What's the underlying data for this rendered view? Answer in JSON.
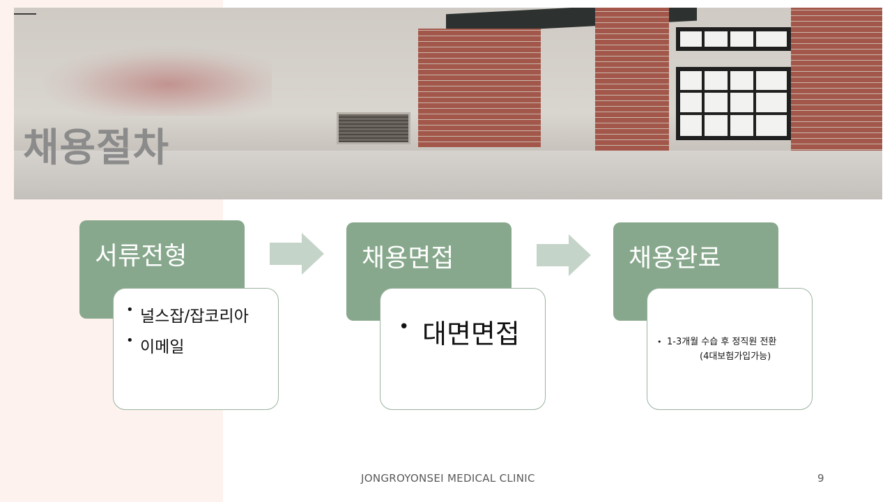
{
  "slide": {
    "title": "채용절차",
    "footer": "JONGROYONSEI MEDICAL CLINIC",
    "page_number": "9"
  },
  "steps": [
    {
      "header": "서류전형",
      "items": [
        "널스잡/잡코리아",
        "이메일"
      ]
    },
    {
      "header": "채용면접",
      "items": [
        "대면면접"
      ]
    },
    {
      "header": "채용완료",
      "items": [
        "1-3개월 수습 후 정직원 전환",
        "(4대보험가입가능)"
      ]
    }
  ],
  "colors": {
    "header_green": "#87a88c",
    "arrow": "#c5d4c9",
    "left_panel": "#fdf2ee",
    "title_gray": "#8b8b8b"
  },
  "icons": {
    "bullet": "•",
    "arrow": "right-arrow-icon"
  }
}
